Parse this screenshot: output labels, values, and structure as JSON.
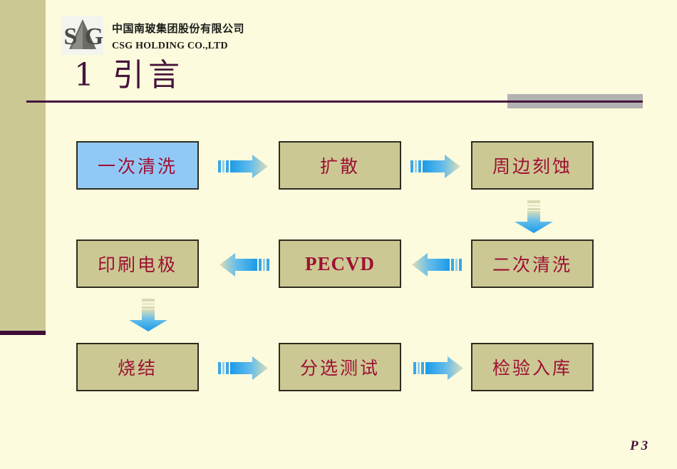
{
  "slide": {
    "background_color": "#fdfbdd",
    "sidebar_color": "#cbc894",
    "accent_color": "#46143c"
  },
  "header": {
    "logo_icon": "csg-logo-icon",
    "company_name_cn": "中国南玻集团股份有限公司",
    "company_name_en": "CSG HOLDING CO.,LTD",
    "title": "1  引言",
    "rule_block_color": "#b2b2b2"
  },
  "flow": {
    "node_fill": "#cbc894",
    "node_highlight_fill": "#92c8f5",
    "node_text_color": "#9e1033",
    "arrow_color_start": "#1b9ae8",
    "arrow_color_end": "#d9dcb4",
    "nodes": [
      {
        "id": "n1",
        "label": "一次清洗",
        "highlight": true
      },
      {
        "id": "n2",
        "label": "扩散",
        "highlight": false
      },
      {
        "id": "n3",
        "label": "周边刻蚀",
        "highlight": false
      },
      {
        "id": "n4",
        "label": "印刷电极",
        "highlight": false
      },
      {
        "id": "n5",
        "label": "PECVD",
        "highlight": false
      },
      {
        "id": "n6",
        "label": "二次清洗",
        "highlight": false
      },
      {
        "id": "n7",
        "label": "烧结",
        "highlight": false
      },
      {
        "id": "n8",
        "label": "分选测试",
        "highlight": false
      },
      {
        "id": "n9",
        "label": "检验入库",
        "highlight": false
      }
    ],
    "arrows": [
      {
        "id": "a1",
        "from": "n1",
        "to": "n2",
        "direction": "right"
      },
      {
        "id": "a2",
        "from": "n2",
        "to": "n3",
        "direction": "right"
      },
      {
        "id": "a3",
        "from": "n3",
        "to": "n6",
        "direction": "down"
      },
      {
        "id": "a4",
        "from": "n6",
        "to": "n5",
        "direction": "left"
      },
      {
        "id": "a5",
        "from": "n5",
        "to": "n4",
        "direction": "left"
      },
      {
        "id": "a6",
        "from": "n4",
        "to": "n7",
        "direction": "down"
      },
      {
        "id": "a7",
        "from": "n7",
        "to": "n8",
        "direction": "right"
      },
      {
        "id": "a8",
        "from": "n8",
        "to": "n9",
        "direction": "right"
      }
    ]
  },
  "footer": {
    "page_label": "P 3"
  }
}
